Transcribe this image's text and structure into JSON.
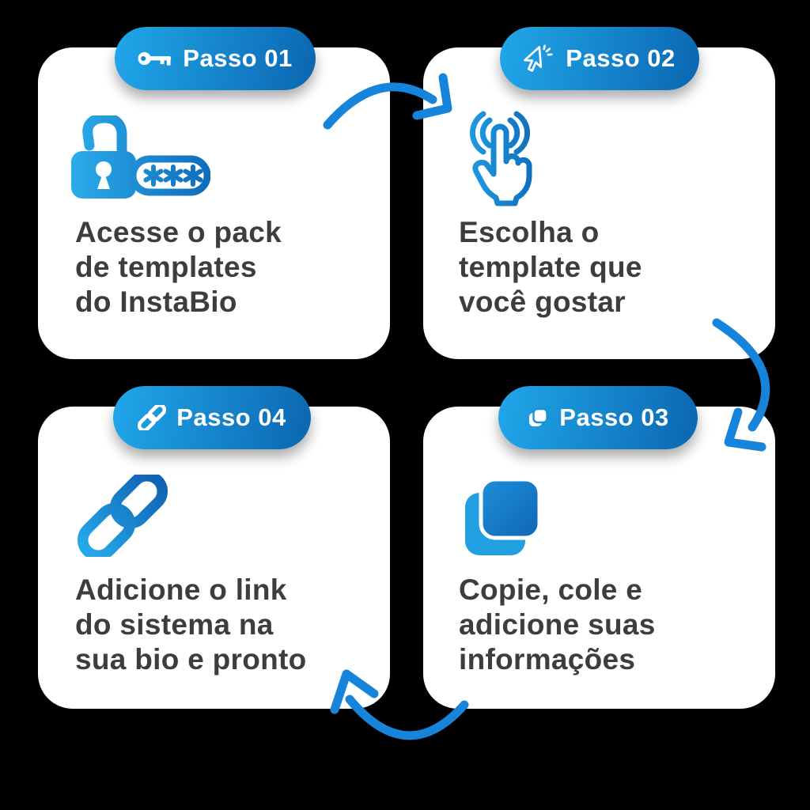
{
  "colors": {
    "background": "#000000",
    "card": "#FFFFFF",
    "text": "#3D3D3D",
    "badge_gradient_start": "#21A7EA",
    "badge_gradient_end": "#0B66B1",
    "icon_gradient_start": "#2CACEB",
    "icon_gradient_end": "#0E6CBB",
    "arrow": "#1684DA"
  },
  "steps": [
    {
      "badge_label": "Passo 01",
      "badge_icon": "key-icon",
      "body_icon": "password-lock-icon",
      "text_lines": [
        "Acesse o pack",
        "de templates",
        "do InstaBio"
      ]
    },
    {
      "badge_label": "Passo 02",
      "badge_icon": "cursor-click-icon",
      "body_icon": "tap-gesture-icon",
      "text_lines": [
        "Escolha o",
        "template que",
        "você gostar"
      ]
    },
    {
      "badge_label": "Passo 03",
      "badge_icon": "copy-icon",
      "body_icon": "copy-squares-icon",
      "text_lines": [
        "Copie, cole e",
        "adicione suas",
        "informações"
      ]
    },
    {
      "badge_label": "Passo 04",
      "badge_icon": "link-icon",
      "body_icon": "chain-link-icon",
      "text_lines": [
        "Adicione o link",
        "do sistema na",
        "sua bio e pronto"
      ]
    }
  ]
}
